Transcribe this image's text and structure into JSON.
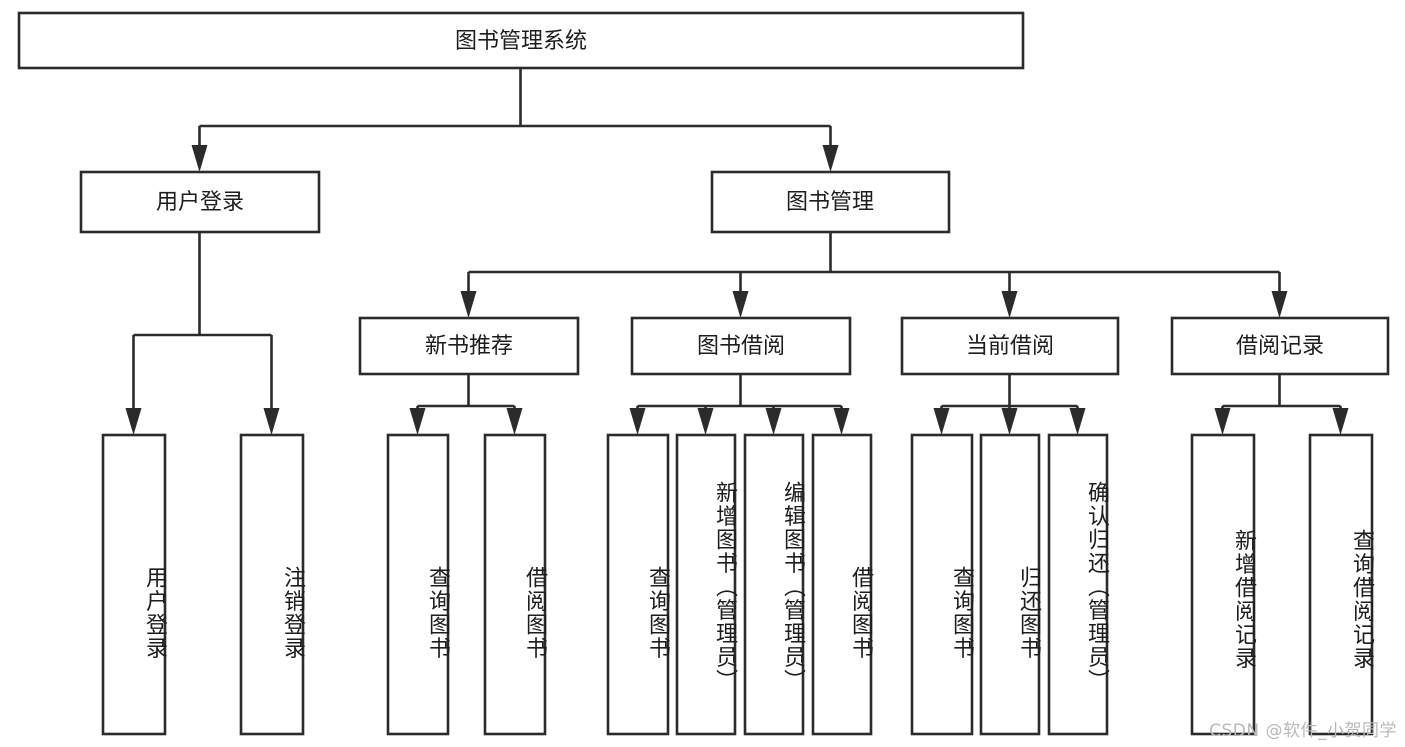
{
  "diagram": {
    "title": "图书管理系统",
    "type": "hierarchy-tree",
    "orientation": "top-down",
    "colors": {
      "background": "#ffffff",
      "box_fill": "#ffffff",
      "box_stroke": "#2b2b2b",
      "connector": "#2b2b2b",
      "text": "#1d1d1d",
      "watermark": "#b9b9b9"
    },
    "root": {
      "id": "root",
      "label": "图书管理系统",
      "level": 0
    },
    "level1": [
      {
        "id": "user-login",
        "label": "用户登录",
        "level": 1
      },
      {
        "id": "book-manage",
        "label": "图书管理",
        "level": 1
      }
    ],
    "level2": [
      {
        "id": "new-book-recommend",
        "label": "新书推荐",
        "level": 2,
        "parent": "book-manage"
      },
      {
        "id": "book-borrow",
        "label": "图书借阅",
        "level": 2,
        "parent": "book-manage"
      },
      {
        "id": "current-borrow",
        "label": "当前借阅",
        "level": 2,
        "parent": "book-manage"
      },
      {
        "id": "borrow-record",
        "label": "借阅记录",
        "level": 2,
        "parent": "book-manage"
      }
    ],
    "leaves": [
      {
        "id": "leaf-user-login",
        "label": "用户登录",
        "parent": "user-login"
      },
      {
        "id": "leaf-logout",
        "label": "注销登录",
        "parent": "user-login"
      },
      {
        "id": "leaf-query-book-1",
        "label": "查询图书",
        "parent": "new-book-recommend"
      },
      {
        "id": "leaf-borrow-book-1",
        "label": "借阅图书",
        "parent": "new-book-recommend"
      },
      {
        "id": "leaf-query-book-2",
        "label": "查询图书",
        "parent": "book-borrow"
      },
      {
        "id": "leaf-add-book",
        "label": "新增图书（管理员）",
        "parent": "book-borrow"
      },
      {
        "id": "leaf-edit-book",
        "label": "编辑图书（管理员）",
        "parent": "book-borrow"
      },
      {
        "id": "leaf-borrow-book-2",
        "label": "借阅图书",
        "parent": "book-borrow"
      },
      {
        "id": "leaf-query-book-3",
        "label": "查询图书",
        "parent": "current-borrow"
      },
      {
        "id": "leaf-return-book",
        "label": "归还图书",
        "parent": "current-borrow"
      },
      {
        "id": "leaf-confirm-return",
        "label": "确认归还（管理员）",
        "parent": "current-borrow"
      },
      {
        "id": "leaf-add-record",
        "label": "新增借阅记录",
        "parent": "borrow-record"
      },
      {
        "id": "leaf-query-record",
        "label": "查询借阅记录",
        "parent": "borrow-record"
      }
    ]
  },
  "watermark": {
    "text": "CSDN @软件_小贺同学"
  }
}
